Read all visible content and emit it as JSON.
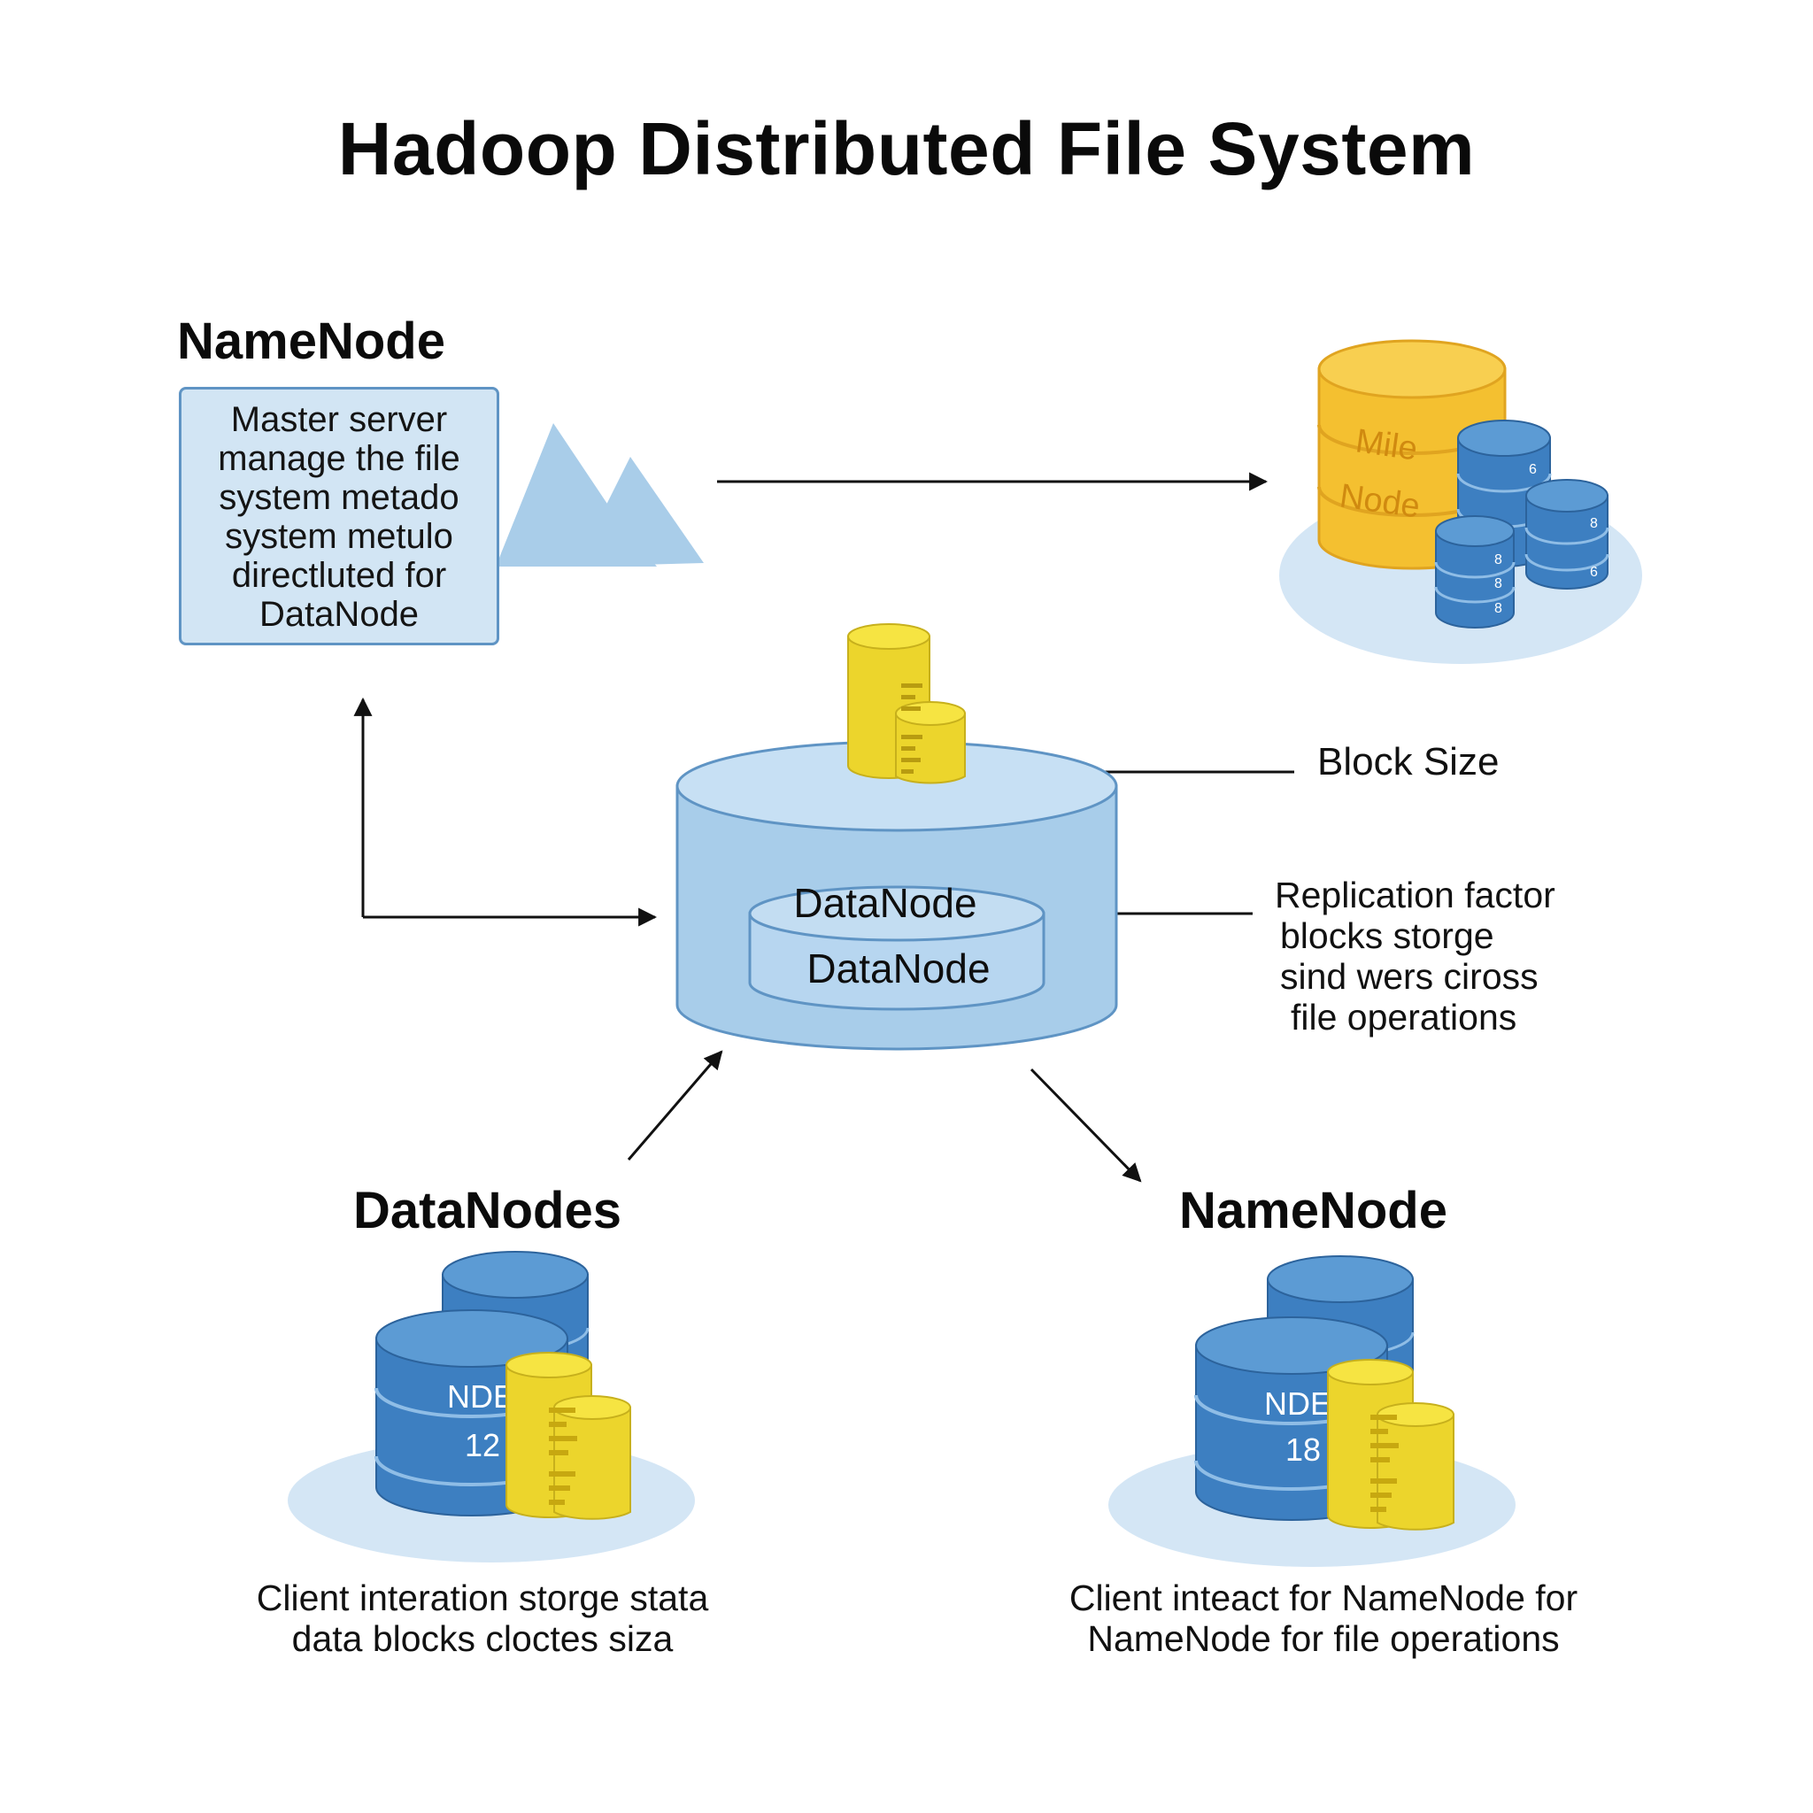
{
  "title": "Hadoop Distributed File System",
  "namenode_top": {
    "heading": "NameNode",
    "description_lines": [
      "Master server",
      "manage the file",
      "system metado",
      "system metulo",
      "directluted for",
      "DataNode"
    ]
  },
  "storage_cluster": {
    "yellow_label_1": "Mile",
    "yellow_label_2": "Node",
    "small_marks": [
      "6",
      "8",
      "6",
      "8",
      "8",
      "8"
    ]
  },
  "center_datanode": {
    "inner_label_1": "DataNode",
    "inner_label_2": "DataNode"
  },
  "block_size_label": "Block Size",
  "replication_lines": [
    "Replication factor",
    "blocks storge",
    "sind wers ciross",
    "file operations"
  ],
  "datanodes_bottom": {
    "heading": "DataNodes",
    "cyl_label": "NDE",
    "cyl_number": "12",
    "caption_lines": [
      "Client interation storge stata",
      "data blocks cloctes siza"
    ]
  },
  "namenode_bottom": {
    "heading": "NameNode",
    "cyl_label": "NDE",
    "cyl_number": "18",
    "caption_lines": [
      "Client inteact for NameNode for",
      "NameNode for file operations"
    ]
  },
  "colors": {
    "blue_dark": "#3d7fc1",
    "blue_light": "#b9d8f0",
    "yellow": "#f0dc2a",
    "gold": "#f4c030",
    "shadow": "#d4e6f5"
  }
}
